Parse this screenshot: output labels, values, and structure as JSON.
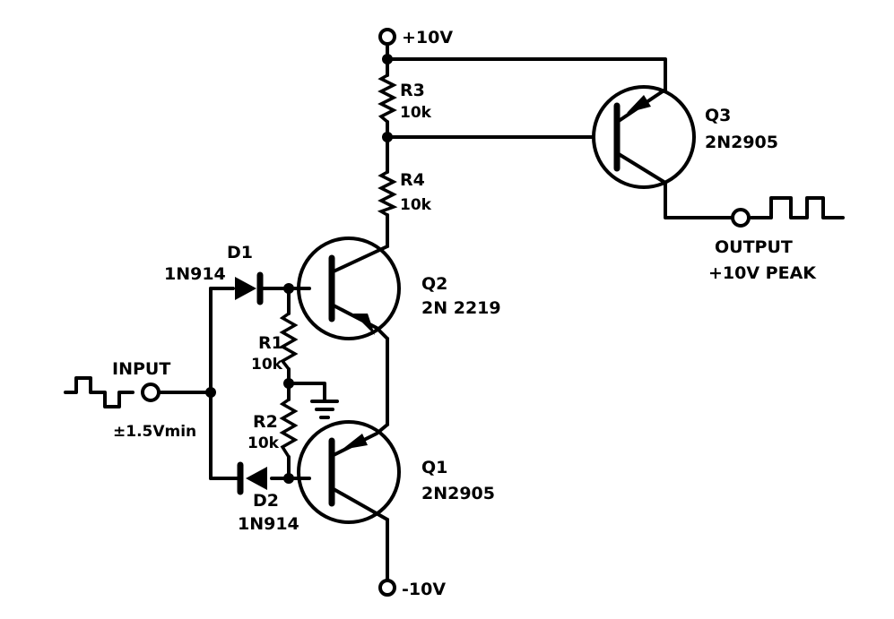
{
  "supply": {
    "positive": "+10V",
    "negative": "-10V"
  },
  "resistors": {
    "r3": {
      "ref": "R3",
      "value": "10k"
    },
    "r4": {
      "ref": "R4",
      "value": "10k"
    },
    "r1": {
      "ref": "R1",
      "value": "10k"
    },
    "r2": {
      "ref": "R2",
      "value": "10k"
    }
  },
  "transistors": {
    "q1": {
      "ref": "Q1",
      "part": "2N2905"
    },
    "q2": {
      "ref": "Q2",
      "part": "2N 2219"
    },
    "q3": {
      "ref": "Q3",
      "part": "2N2905"
    }
  },
  "diodes": {
    "d1": {
      "ref": "D1",
      "part": "1N914"
    },
    "d2": {
      "ref": "D2",
      "part": "1N914"
    }
  },
  "input": {
    "label": "INPUT",
    "level": "±1.5Vmin"
  },
  "output": {
    "label": "OUTPUT",
    "level": "+10V PEAK"
  },
  "icons": [
    "terminal-icon",
    "resistor-icon",
    "diode-icon",
    "npn-transistor-icon",
    "pnp-transistor-icon",
    "ground-icon",
    "square-wave-icon"
  ]
}
